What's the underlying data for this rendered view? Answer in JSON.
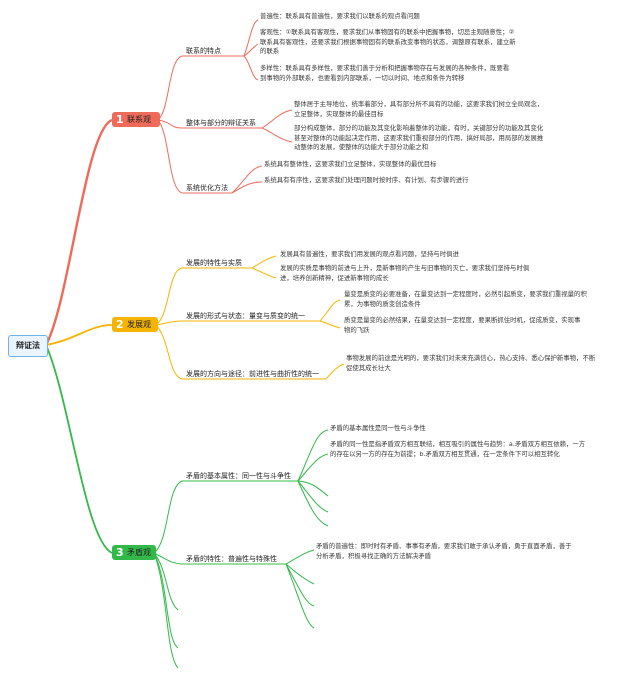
{
  "root": "辩证法",
  "colors": {
    "relation": "#ee6b5c",
    "development": "#f4b400",
    "contradiction": "#33b84a",
    "root_border": "#6fb3ea"
  },
  "main": [
    {
      "num": "1",
      "label": "联系观",
      "branches": [
        {
          "label": "联系的特点",
          "leaves": [
            "普遍性：联系具有普遍性，要求我们以联系的观点看问题",
            "客观性：①联系具有客观性，要求我们从事物固有的联系中把握事物，切忌主观随意性；②联系具有客观性，还要求我们根据事物固有的联系改变事物的状态，调整原有联系，建立新的联系",
            "多样性：联系具有多样性，要求我们善于分析和把握事物存在与发展的各种条件，既要看到事物的外部联系，也要看到内部联系，一切以时间、地点和条件为转移"
          ]
        },
        {
          "label": "整体与部分的辩证关系",
          "leaves": [
            "整体居于主导地位，统率着部分，具有部分所不具有的功能，这要求我们树立全局观念，立足整体，实现整体的最佳目标",
            "部分构成整体，部分的功能及其变化影响着整体的功能，有时，关键部分的功能及其变化甚至对整体的功能起决定作用，这要求我们重视部分的作用，搞好局部，用局部的发展推动整体的发展，使整体的功能大于部分功能之和"
          ]
        },
        {
          "label": "系统优化方法",
          "leaves": [
            "系统具有整体性，这要求我们立足整体，实现整体的最优目标",
            "系统具有有序性，这要求我们处理问题时按时序、有计划、有步骤的进行"
          ]
        }
      ]
    },
    {
      "num": "2",
      "label": "发展观",
      "branches": [
        {
          "label": "发展的特性与实质",
          "leaves": [
            "发展具有普遍性，要求我们用发展的观点看问题，坚持与时俱进",
            "发展的实质是事物的前进与上升，是新事物的产生与旧事物的灭亡，要求我们坚持与时俱进，培养创新精神，促进新事物的成长"
          ]
        },
        {
          "label": "发展的形式与状态：量变与质变的统一",
          "leaves": [
            "量变是质变的必要准备，在量变达到一定程度时，必然引起质变，要求我们重视量的积累，为事物的质变创造条件",
            "质变是量变的必然结果，在量变达到一定程度，要果断抓住时机，促成质变，实现事物的飞跃"
          ]
        },
        {
          "label": "发展的方向与途径：前进性与曲折性的统一",
          "leaves": [
            "事物发展的前途是光明的，要求我们对未来充满信心，热心支持、悉心保护新事物，不断促使其成长壮大"
          ]
        }
      ]
    },
    {
      "num": "3",
      "label": "矛盾观",
      "branches": [
        {
          "label": "矛盾的基本属性：同一性与斗争性",
          "leaves": [
            "矛盾的基本属性是同一性与斗争性",
            "矛盾的同一性是指矛盾双方相互联结，相互吸引的属性与趋势：a.矛盾双方相互依赖，一方的存在以另一方的存在为前提；b.矛盾双方相互贯通，在一定条件下可以相互转化"
          ]
        },
        {
          "label": "矛盾的特性：普遍性与特殊性",
          "leaves": [
            "矛盾的普遍性：即时时有矛盾、事事有矛盾，要求我们敢于承认矛盾，勇于直面矛盾，善于分析矛盾，积极寻找正确的方法解决矛盾"
          ]
        }
      ]
    }
  ]
}
